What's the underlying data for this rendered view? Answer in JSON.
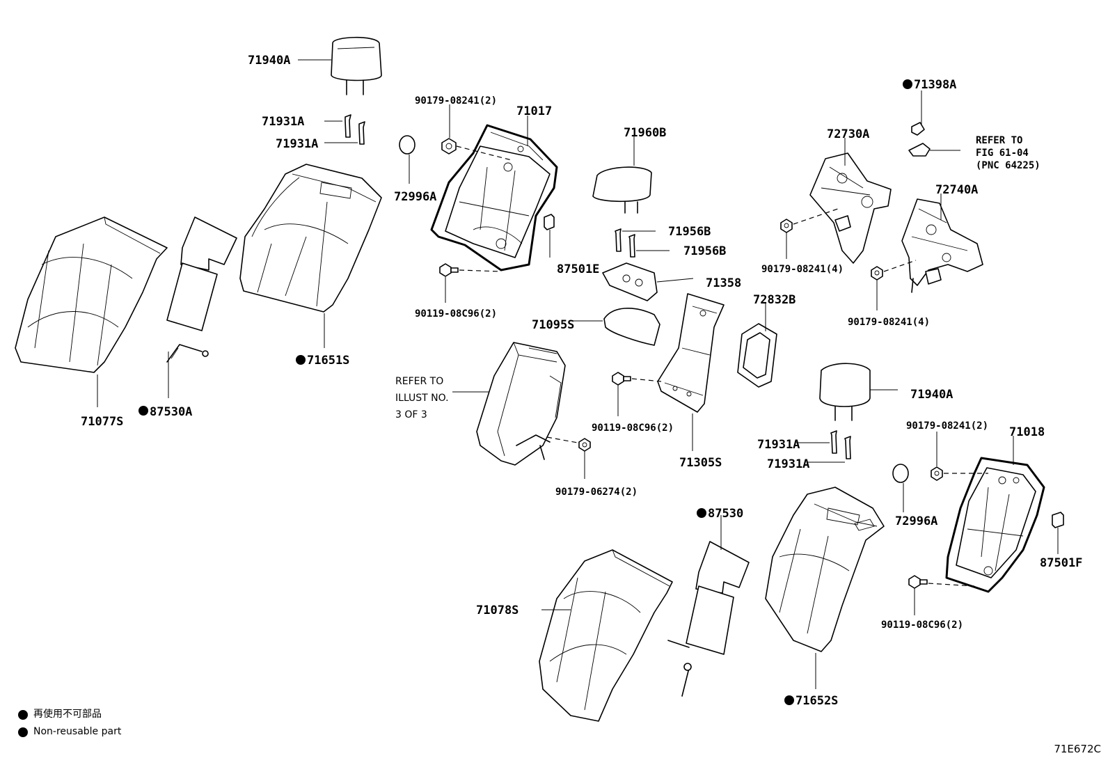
{
  "parts": {
    "p71940A_top": "71940A",
    "p71931A_a": "71931A",
    "p71931A_b": "71931A",
    "p71651S": "71651S",
    "p71077S": "71077S",
    "p87530A": "87530A",
    "p90179_08241_2a": "90179-08241(2)",
    "p71017": "71017",
    "p72996A_a": "72996A",
    "p87501E": "87501E",
    "p90119_08C96_2a": "90119-08C96(2)",
    "p71960B": "71960B",
    "p71956B_a": "71956B",
    "p71956B_b": "71956B",
    "p71358": "71358",
    "p71095S": "71095S",
    "p72832B": "72832B",
    "p71398A": "71398A",
    "p72730A": "72730A",
    "p72740A": "72740A",
    "p90179_08241_4a": "90179-08241(4)",
    "p90179_08241_4b": "90179-08241(4)",
    "p90119_08C96_2b": "90119-08C96(2)",
    "p71305S": "71305S",
    "p90179_06274_2": "90179-06274(2)",
    "p71940A_bot": "71940A",
    "p71931A_c": "71931A",
    "p71931A_d": "71931A",
    "p90179_08241_2b": "90179-08241(2)",
    "p71018": "71018",
    "p72996A_b": "72996A",
    "p87501F": "87501F",
    "p90119_08C96_2c": "90119-08C96(2)",
    "p87530": "87530",
    "p71078S": "71078S",
    "p71652S": "71652S"
  },
  "refer_fig": [
    "REFER TO",
    "FIG 61-04",
    "(PNC 64225)"
  ],
  "refer_illust": [
    "REFER TO",
    "ILLUST NO.",
    "3 OF 3"
  ],
  "legend": {
    "japanese": "再使用不可部品",
    "english": "Non-reusable part"
  },
  "figure_code": "71E672C"
}
